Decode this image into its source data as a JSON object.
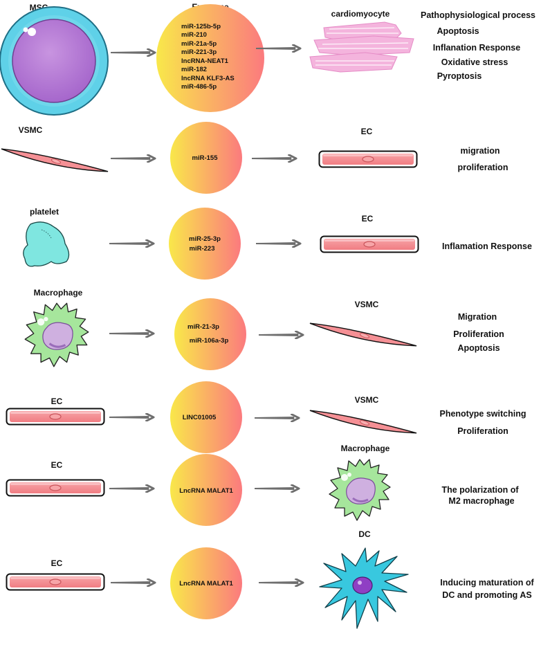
{
  "header": {
    "exosome_label": "Exosome"
  },
  "rows": [
    {
      "source": "MSC",
      "target": "cardiomyocyte",
      "cargo": [
        "miR-125b-5p",
        "miR-210",
        "miR-21a-5p",
        "miR-221-3p",
        "lncRNA-NEAT1",
        "miR-182",
        "lncRNA KLF3-AS",
        "miR-486-5p"
      ],
      "outcome_header": "Pathophysiological process",
      "outcomes": [
        "Apoptosis",
        "Inflanation Response",
        "Oxidative stress",
        "Pyroptosis"
      ]
    },
    {
      "source": "VSMC",
      "target": "EC",
      "cargo": [
        "miR-155"
      ],
      "outcomes": [
        "migration",
        "proliferation"
      ]
    },
    {
      "source": "platelet",
      "target": "EC",
      "cargo": [
        "miR-25-3p",
        "miR-223"
      ],
      "outcomes": [
        "Inflamation Response"
      ]
    },
    {
      "source": "Macrophage",
      "target": "VSMC",
      "cargo": [
        "miR-21-3p",
        "miR-106a-3p"
      ],
      "outcomes": [
        "Migration",
        "Proliferation",
        "Apoptosis"
      ]
    },
    {
      "source": "EC",
      "target": "VSMC",
      "cargo": [
        "LINC01005"
      ],
      "outcomes": [
        "Phenotype switching",
        "Proliferation"
      ]
    },
    {
      "source": "EC",
      "target": "Macrophage",
      "cargo": [
        "LncRNA MALAT1"
      ],
      "outcomes": [
        "The polarization of",
        "M2 macrophage"
      ]
    },
    {
      "source": "EC",
      "target": "DC",
      "cargo": [
        "LncRNA MALAT1"
      ],
      "outcomes": [
        "Inducing maturation of",
        "DC  and  promoting AS"
      ]
    }
  ],
  "colors": {
    "exosome_gradient_start": "#f9e84a",
    "exosome_gradient_end": "#fb7a7e",
    "cell_pink": "#f59095",
    "msc_outer": "#5fd1e8",
    "msc_inner": "#b97bd6",
    "platelet": "#7fe6e0",
    "macrophage": "#9ee39a",
    "macrophage_nucleus": "#c7a3dc",
    "dc_body": "#38c8df",
    "dc_nucleus": "#8f3fc4",
    "cardio": "#f3b2dc",
    "arrow": "#707070"
  }
}
